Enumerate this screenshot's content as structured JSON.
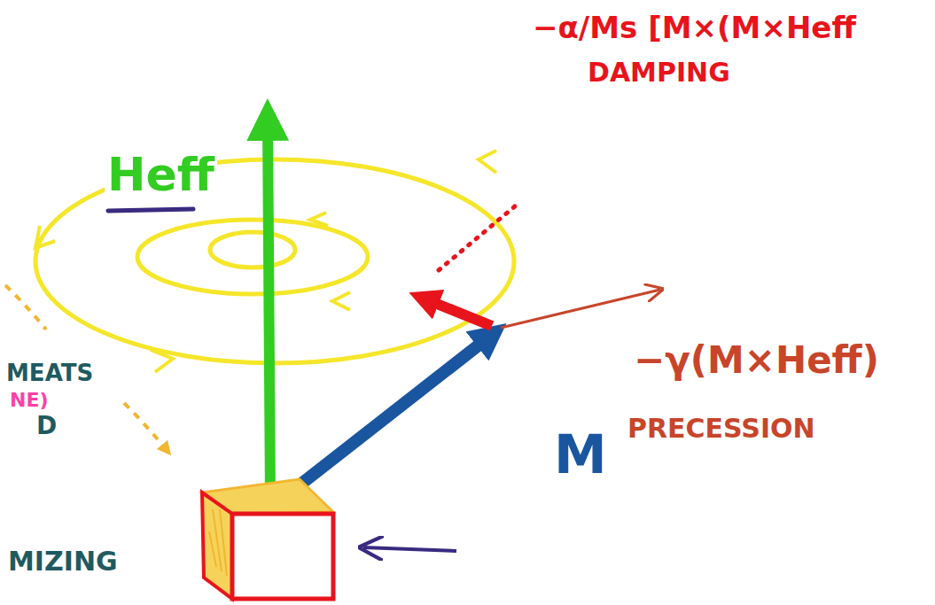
{
  "diagram": {
    "labels": [
      "Heff",
      "−α/Ms [M×(M×Heff",
      "DAMPING",
      "−γ(M×Heff)",
      "PRECESSION",
      "M",
      "MEATS",
      "NE)",
      "D",
      "MIZING"
    ]
  }
}
